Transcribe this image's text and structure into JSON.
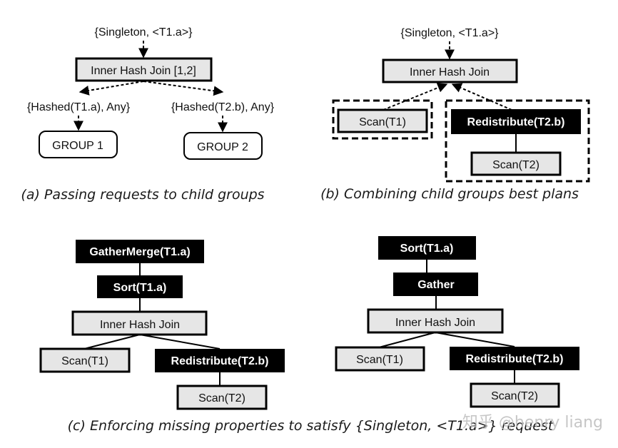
{
  "panel_a": {
    "request": "{Singleton, <T1.a>}",
    "join": "Inner Hash Join [1,2]",
    "left_req": "{Hashed(T1.a), Any}",
    "right_req": "{Hashed(T2.b), Any}",
    "group1": "GROUP 1",
    "group2": "GROUP 2",
    "caption": "(a) Passing requests to child groups"
  },
  "panel_b": {
    "request": "{Singleton, <T1.a>}",
    "join": "Inner Hash Join",
    "scan1": "Scan(T1)",
    "redistribute": "Redistribute(T2.b)",
    "scan2": "Scan(T2)",
    "caption": "(b) Combining child groups best plans"
  },
  "panel_c_left": {
    "gather_merge": "GatherMerge(T1.a)",
    "sort": "Sort(T1.a)",
    "join": "Inner Hash Join",
    "scan1": "Scan(T1)",
    "redistribute": "Redistribute(T2.b)",
    "scan2": "Scan(T2)"
  },
  "panel_c_right": {
    "sort": "Sort(T1.a)",
    "gather": "Gather",
    "join": "Inner Hash Join",
    "scan1": "Scan(T1)",
    "redistribute": "Redistribute(T2.b)",
    "scan2": "Scan(T2)"
  },
  "caption_c": "(c) Enforcing missing properties to satisfy {Singleton, <T1.a>} request",
  "watermark": "知乎 @henry liang",
  "colors": {
    "node_fill": "#e6e6e6",
    "dark_fill": "#000000",
    "stroke": "#000000"
  }
}
